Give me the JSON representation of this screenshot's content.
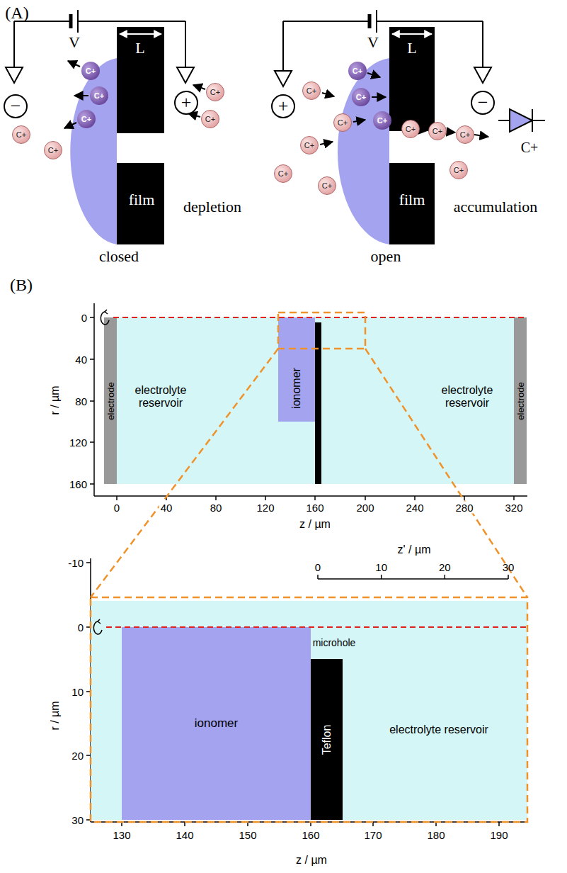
{
  "diagram": {
    "nodes": [
      {
        "text": [
          "−"
        ]
      },
      {
        "text": [
          "+"
        ]
      },
      {
        "text": [
          "film"
        ]
      },
      {
        "text": [
          "C+"
        ]
      },
      {
        "text": [
          "C+"
        ]
      },
      {
        "text": [
          "C+"
        ]
      },
      {
        "text": [
          "C+"
        ]
      },
      {
        "text": [
          "C+"
        ]
      },
      {
        "text": [
          "C+"
        ]
      },
      {
        "text": [
          "C+"
        ]
      },
      {
        "text": [
          "+"
        ]
      },
      {
        "text": [
          "−"
        ]
      },
      {
        "text": [
          "film"
        ]
      },
      {
        "text": [
          "C+"
        ]
      },
      {
        "text": [
          "C+"
        ]
      },
      {
        "text": [
          "C+"
        ]
      },
      {
        "text": [
          "C+"
        ]
      },
      {
        "text": [
          "C+"
        ]
      },
      {
        "text": [
          "C+"
        ]
      },
      {
        "text": [
          "C+"
        ]
      },
      {
        "text": [
          "C+"
        ]
      },
      {
        "text": [
          "C+"
        ]
      },
      {
        "text": [
          "C+"
        ]
      },
      {
        "text": [
          "C+"
        ]
      },
      {
        "text": [
          "C+"
        ]
      },
      {
        "text": [
          "electrode"
        ]
      },
      {
        "text": [
          "electrolyte reservoir"
        ]
      },
      {
        "text": [
          "ionomer"
        ],
        "in": 26
      },
      {
        "text": [
          "electrolyte reservoir"
        ]
      },
      {
        "text": [
          "electrode"
        ]
      },
      {
        "text": [
          "electrolyte reservoir"
        ]
      },
      {
        "text": [
          "ionomer"
        ],
        "in": 30
      },
      {
        "text": [
          "Teflon"
        ],
        "in": 30
      }
    ],
    "labels": [
      "(A)",
      "V",
      "L",
      "depletion",
      "closed",
      "V",
      "L",
      "accumulation",
      "open",
      "C+",
      "(B)",
      "0",
      "40",
      "80",
      "120",
      "160",
      "r / µm",
      "0",
      "40",
      "80",
      "120",
      "160",
      "200",
      "240",
      "280",
      "320",
      "z / µm",
      "-10",
      "0",
      "10",
      "20",
      "30",
      "r / µm",
      "130",
      "140",
      "150",
      "160",
      "170",
      "180",
      "190",
      "z / µm",
      "0",
      "10",
      "20",
      "30",
      "z' / µm",
      "microhole"
    ]
  }
}
